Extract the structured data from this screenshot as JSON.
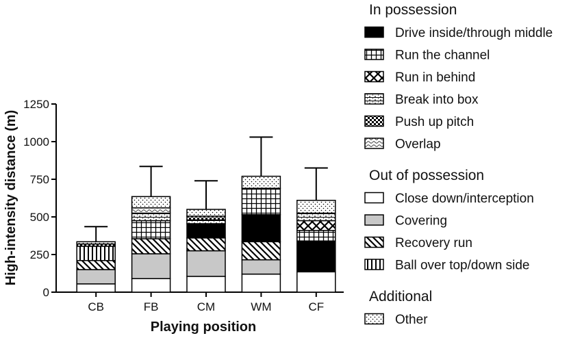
{
  "chart_data": {
    "type": "bar",
    "stacked": true,
    "xlabel": "Playing position",
    "ylabel": "High-intensity distance (m)",
    "ylim": [
      0,
      1250
    ],
    "yticks": [
      0,
      250,
      500,
      750,
      1000,
      1250
    ],
    "categories": [
      "CB",
      "FB",
      "CM",
      "WM",
      "CF"
    ],
    "error_bar_tops": [
      435,
      835,
      740,
      1030,
      825
    ],
    "legend_placement": "right",
    "legend": [
      {
        "group": "In possession",
        "items": [
          {
            "name": "Drive inside/through middle",
            "pattern": "solid-black"
          },
          {
            "name": "Run the channel",
            "pattern": "grid"
          },
          {
            "name": "Run in behind",
            "pattern": "cross"
          },
          {
            "name": "Break into box",
            "pattern": "brick"
          },
          {
            "name": "Push up pitch",
            "pattern": "checker"
          },
          {
            "name": "Overlap",
            "pattern": "wave"
          }
        ]
      },
      {
        "group": "Out of possession",
        "items": [
          {
            "name": "Close down/interception",
            "pattern": "white"
          },
          {
            "name": "Covering",
            "pattern": "grey"
          },
          {
            "name": "Recovery run",
            "pattern": "diagonal"
          },
          {
            "name": "Ball over top/down side",
            "pattern": "vertical"
          }
        ]
      },
      {
        "group": "Additional",
        "items": [
          {
            "name": "Other",
            "pattern": "dots"
          }
        ]
      }
    ],
    "series": [
      {
        "name": "Close down/interception",
        "values": [
          55,
          90,
          105,
          120,
          135
        ]
      },
      {
        "name": "Covering",
        "values": [
          95,
          165,
          170,
          95,
          0
        ]
      },
      {
        "name": "Recovery run",
        "values": [
          60,
          100,
          85,
          120,
          0
        ]
      },
      {
        "name": "Ball over top/down side",
        "values": [
          95,
          0,
          0,
          0,
          0
        ]
      },
      {
        "name": "Drive inside/through middle",
        "values": [
          0,
          0,
          95,
          180,
          205
        ]
      },
      {
        "name": "Run the channel",
        "values": [
          0,
          120,
          0,
          175,
          70
        ]
      },
      {
        "name": "Run in behind",
        "values": [
          0,
          0,
          0,
          0,
          65
        ]
      },
      {
        "name": "Break into box",
        "values": [
          0,
          50,
          25,
          0,
          50
        ]
      },
      {
        "name": "Push up pitch",
        "values": [
          15,
          0,
          25,
          0,
          0
        ]
      },
      {
        "name": "Overlap",
        "values": [
          0,
          35,
          0,
          0,
          0
        ]
      },
      {
        "name": "Other",
        "values": [
          15,
          75,
          45,
          80,
          85
        ]
      }
    ]
  }
}
